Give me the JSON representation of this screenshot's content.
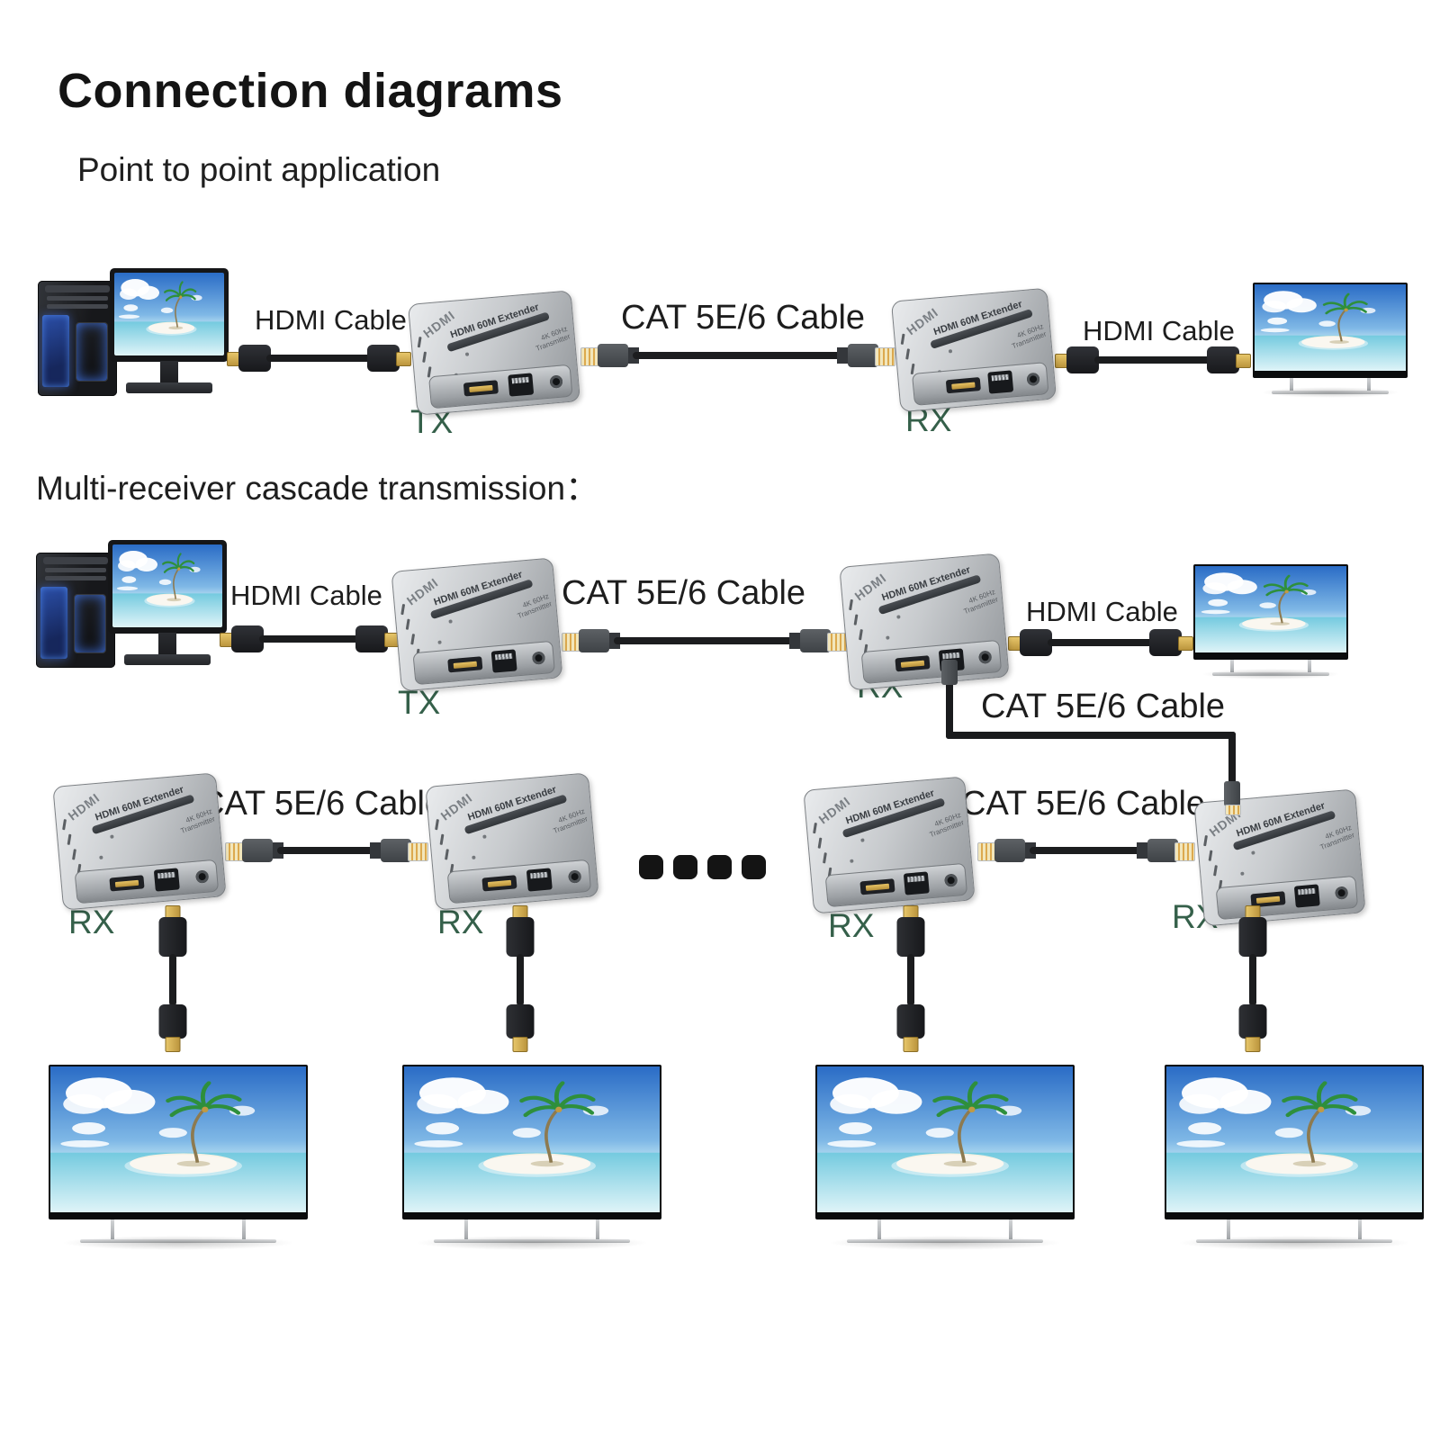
{
  "page": {
    "title": "Connection diagrams",
    "subtitle": "Point to point application",
    "section2_title": "Multi-receiver cascade transmission："
  },
  "labels": {
    "hdmi_cable": "HDMI Cable",
    "cat_cable": "CAT 5E/6 Cable",
    "tx": "TX",
    "rx": "RX"
  },
  "device": {
    "brand": "HDMI",
    "name": "HDMI 60M Extender",
    "spec1": "4K 60Hz",
    "spec2": "Transmitter"
  },
  "diagrams": [
    {
      "name": "Point to point application",
      "flow": [
        "PC source",
        "HDMI Cable",
        "TX extender",
        "CAT 5E/6 Cable",
        "RX extender",
        "HDMI Cable",
        "TV"
      ]
    },
    {
      "name": "Multi-receiver cascade transmission",
      "flow": [
        "PC source",
        "HDMI Cable",
        "TX extender",
        "CAT 5E/6 Cable",
        "RX extender",
        "HDMI Cable",
        "TV"
      ],
      "cascade": {
        "description": "First RX daisy-chains via CAT 5E/6 Cable to a row of additional RX units, each feeding a TV over HDMI",
        "rx_units_shown": 5,
        "tvs_shown": 5,
        "continuation_dots": 4
      }
    }
  ],
  "colors": {
    "tx_rx_text": "#35604a",
    "heading_text": "#1d1d1d",
    "device_body": "#c7cacd",
    "cable_black": "#1b1c1e",
    "hdmi_gold": "#c9a23e",
    "rj45_tip": "#e9d9a6",
    "sky_blue": "#2a6cc6",
    "sea_teal": "#74cadf"
  }
}
